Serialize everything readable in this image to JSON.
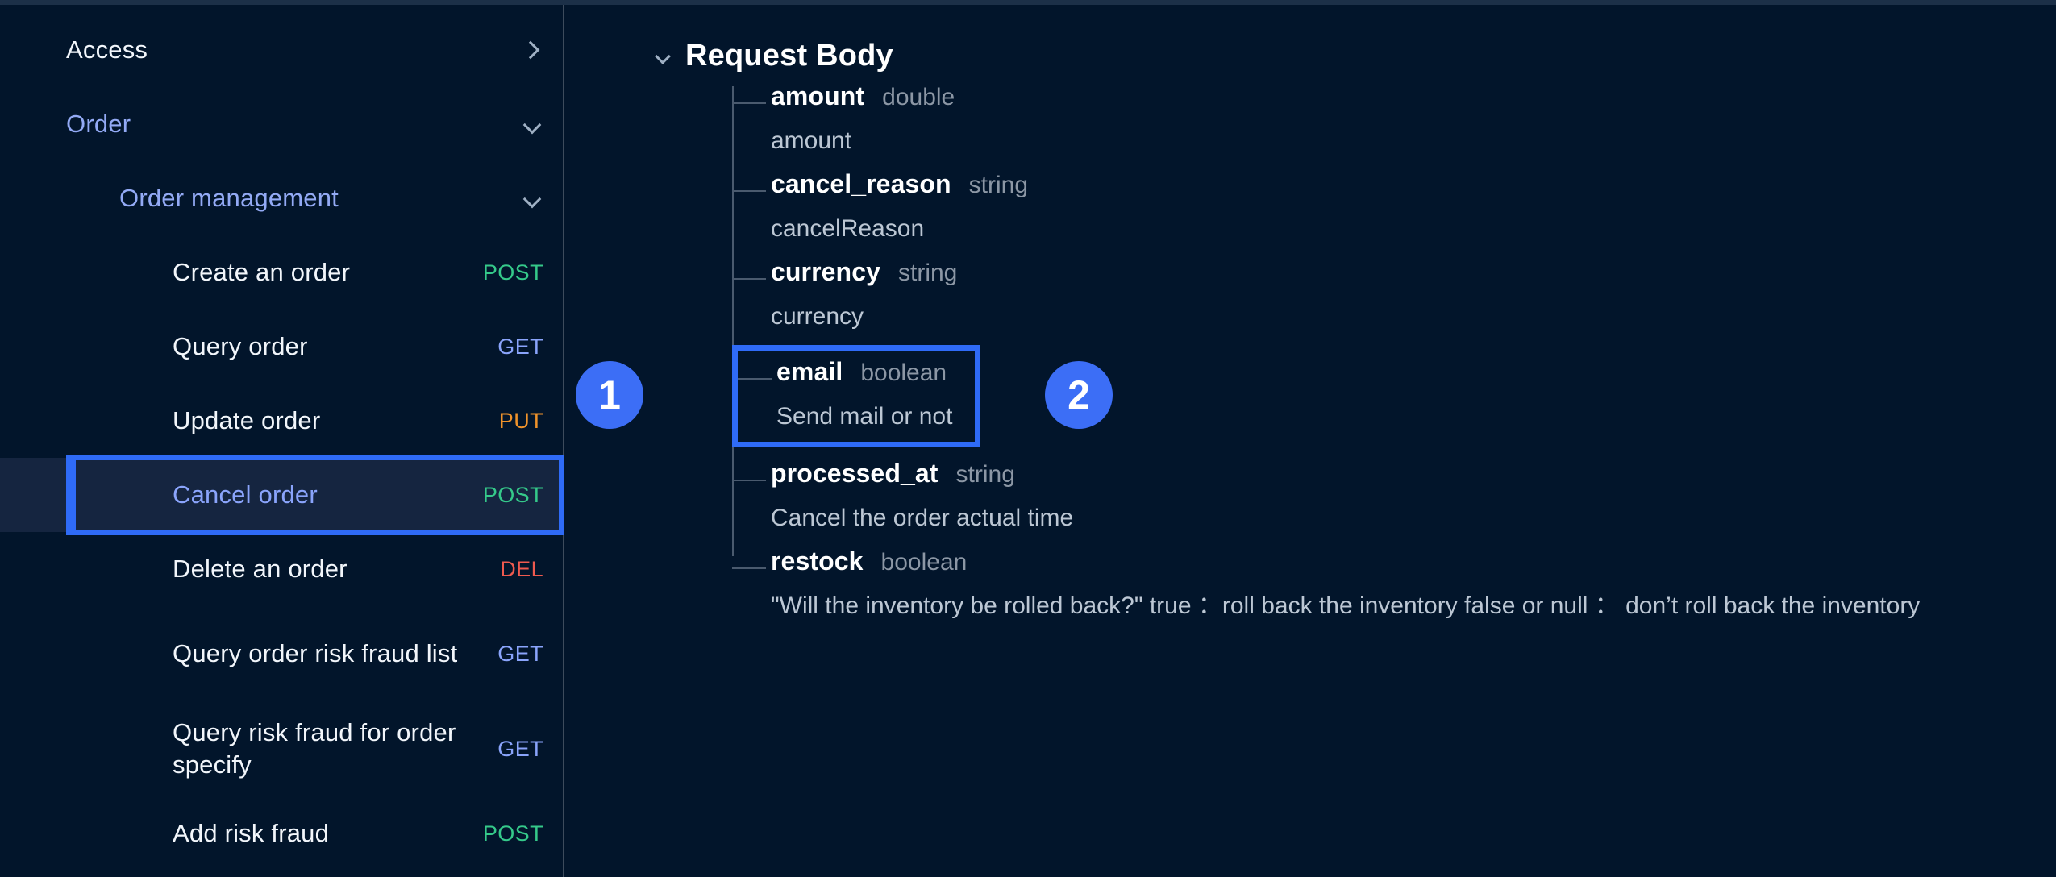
{
  "sidebar": {
    "items": [
      {
        "label": "Access",
        "level": 0,
        "color": "white",
        "chevron": "right",
        "method": ""
      },
      {
        "label": "Order",
        "level": 0,
        "color": "blue",
        "chevron": "down",
        "method": ""
      },
      {
        "label": "Order management",
        "level": 1,
        "color": "blue",
        "chevron": "down",
        "method": ""
      },
      {
        "label": "Create an order",
        "level": 2,
        "color": "white",
        "chevron": "",
        "method": "POST"
      },
      {
        "label": "Query order",
        "level": 2,
        "color": "white",
        "chevron": "",
        "method": "GET"
      },
      {
        "label": "Update order",
        "level": 2,
        "color": "white",
        "chevron": "",
        "method": "PUT"
      },
      {
        "label": "Cancel order",
        "level": 2,
        "color": "active",
        "chevron": "",
        "method": "POST",
        "active": true
      },
      {
        "label": "Delete an order",
        "level": 2,
        "color": "white",
        "chevron": "",
        "method": "DEL"
      },
      {
        "label": "Query order risk fraud list",
        "level": 2,
        "color": "white",
        "chevron": "",
        "method": "GET",
        "tall": true
      },
      {
        "label": "Query risk fraud for order specify",
        "level": 2,
        "color": "white",
        "chevron": "",
        "method": "GET",
        "tall": true
      },
      {
        "label": "Add risk fraud",
        "level": 2,
        "color": "white",
        "chevron": "",
        "method": "POST"
      }
    ]
  },
  "main": {
    "panel_title": "Request Body",
    "fields": [
      {
        "name": "amount",
        "type": "double",
        "description": "amount"
      },
      {
        "name": "cancel_reason",
        "type": "string",
        "description": "cancelReason"
      },
      {
        "name": "currency",
        "type": "string",
        "description": "currency"
      },
      {
        "name": "email",
        "type": "boolean",
        "description": "Send mail or not",
        "highlighted": true
      },
      {
        "name": "processed_at",
        "type": "string",
        "description": "Cancel the order actual time"
      },
      {
        "name": "restock",
        "type": "boolean",
        "description": "\"Will the inventory be rolled back?\" true ：roll back the inventory false or null ： don’t roll back the inventory"
      }
    ]
  },
  "annotations": {
    "badges": [
      {
        "number": "1"
      },
      {
        "number": "2"
      }
    ]
  },
  "colors": {
    "background": "#02152b",
    "accent_blue": "#2f6bf7",
    "badge_blue": "#3c6ef6",
    "method_post": "#35c98a",
    "method_get": "#8aa4fb",
    "method_put": "#f0932b",
    "method_del": "#ef5a4f",
    "active_row_bg": "#152540"
  }
}
